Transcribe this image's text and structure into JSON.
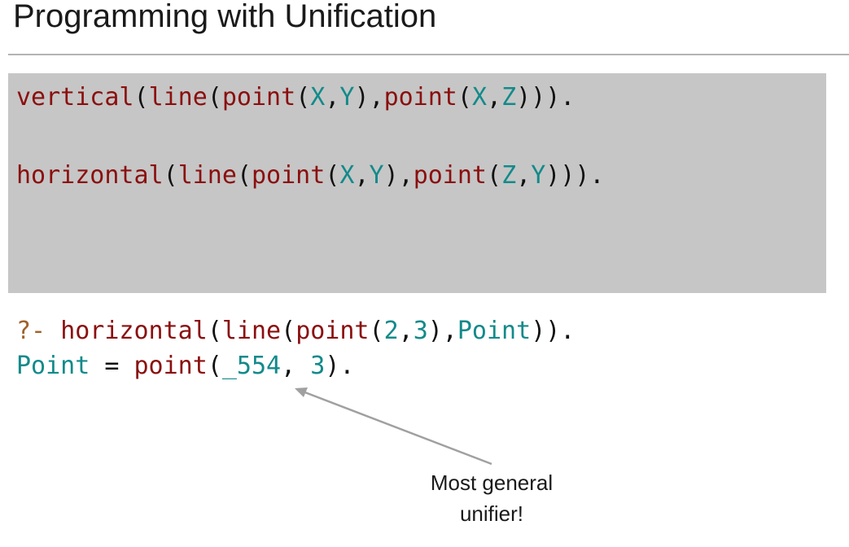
{
  "slide": {
    "title": "Programming with Unification"
  },
  "code_block": {
    "line1": {
      "t1": "vertical",
      "t2": "(",
      "t3": "line",
      "t4": "(",
      "t5": "point",
      "t6": "(",
      "t7": "X",
      "t8": ",",
      "t9": "Y",
      "t10": "),",
      "t11": "point",
      "t12": "(",
      "t13": "X",
      "t14": ",",
      "t15": "Z",
      "t16": "))).",
      "full": "vertical(line(point(X,Y),point(X,Z)))."
    },
    "line2": {
      "t1": "horizontal",
      "t2": "(",
      "t3": "line",
      "t4": "(",
      "t5": "point",
      "t6": "(",
      "t7": "X",
      "t8": ",",
      "t9": "Y",
      "t10": "),",
      "t11": "point",
      "t12": "(",
      "t13": "Z",
      "t14": ",",
      "t15": "Y",
      "t16": "))).",
      "full": "horizontal(line(point(X,Y),point(Z,Y)))."
    }
  },
  "query": {
    "prompt": "?-",
    "t1": "horizontal",
    "t2": "(",
    "t3": "line",
    "t4": "(",
    "t5": "point",
    "t6": "(",
    "t7": "2",
    "t8": ",",
    "t9": "3",
    "t10": "),",
    "t11": "Point",
    "t12": ")).",
    "full": "?- horizontal(line(point(2,3),Point))."
  },
  "result": {
    "t1": "Point",
    "t2": "=",
    "t3": "point",
    "t4": "(",
    "t5": "_554",
    "t6": ",",
    "t7": "3",
    "t8": ").",
    "full": "Point = point(_554, 3)."
  },
  "annotation": {
    "line1": "Most general",
    "line2": "unifier!"
  },
  "colors": {
    "functor": "#8b0f0f",
    "variable": "#138a8a",
    "punctuation": "#111111",
    "prompt": "#a0622a",
    "code_background": "#c6c6c6",
    "arrow": "#a0a0a0"
  }
}
